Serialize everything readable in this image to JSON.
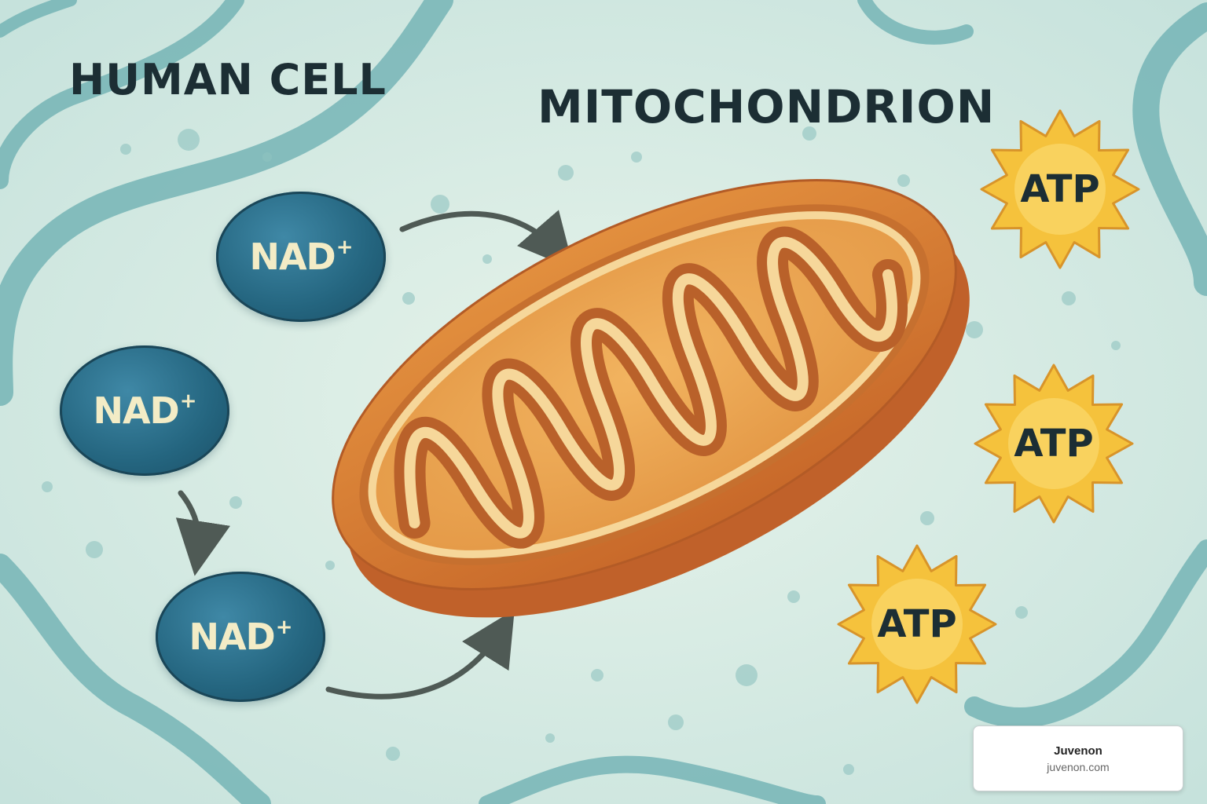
{
  "titles": {
    "cell": "HUMAN CELL",
    "organelle": "MITOCHONDRION"
  },
  "molecules": {
    "nad": [
      {
        "label": "NAD",
        "charge": "+"
      },
      {
        "label": "NAD",
        "charge": "+"
      },
      {
        "label": "NAD",
        "charge": "+"
      }
    ],
    "atp": [
      {
        "label": "ATP"
      },
      {
        "label": "ATP"
      },
      {
        "label": "ATP"
      }
    ]
  },
  "credit": {
    "name": "Juvenon",
    "url": "juvenon.com"
  },
  "colors": {
    "background": "#d3eae3",
    "membrane": "#62a9a8",
    "nad": "#24657f",
    "mitochondrion": "#d9802f",
    "atp": "#f5c23c",
    "arrow": "#4f5a55"
  }
}
